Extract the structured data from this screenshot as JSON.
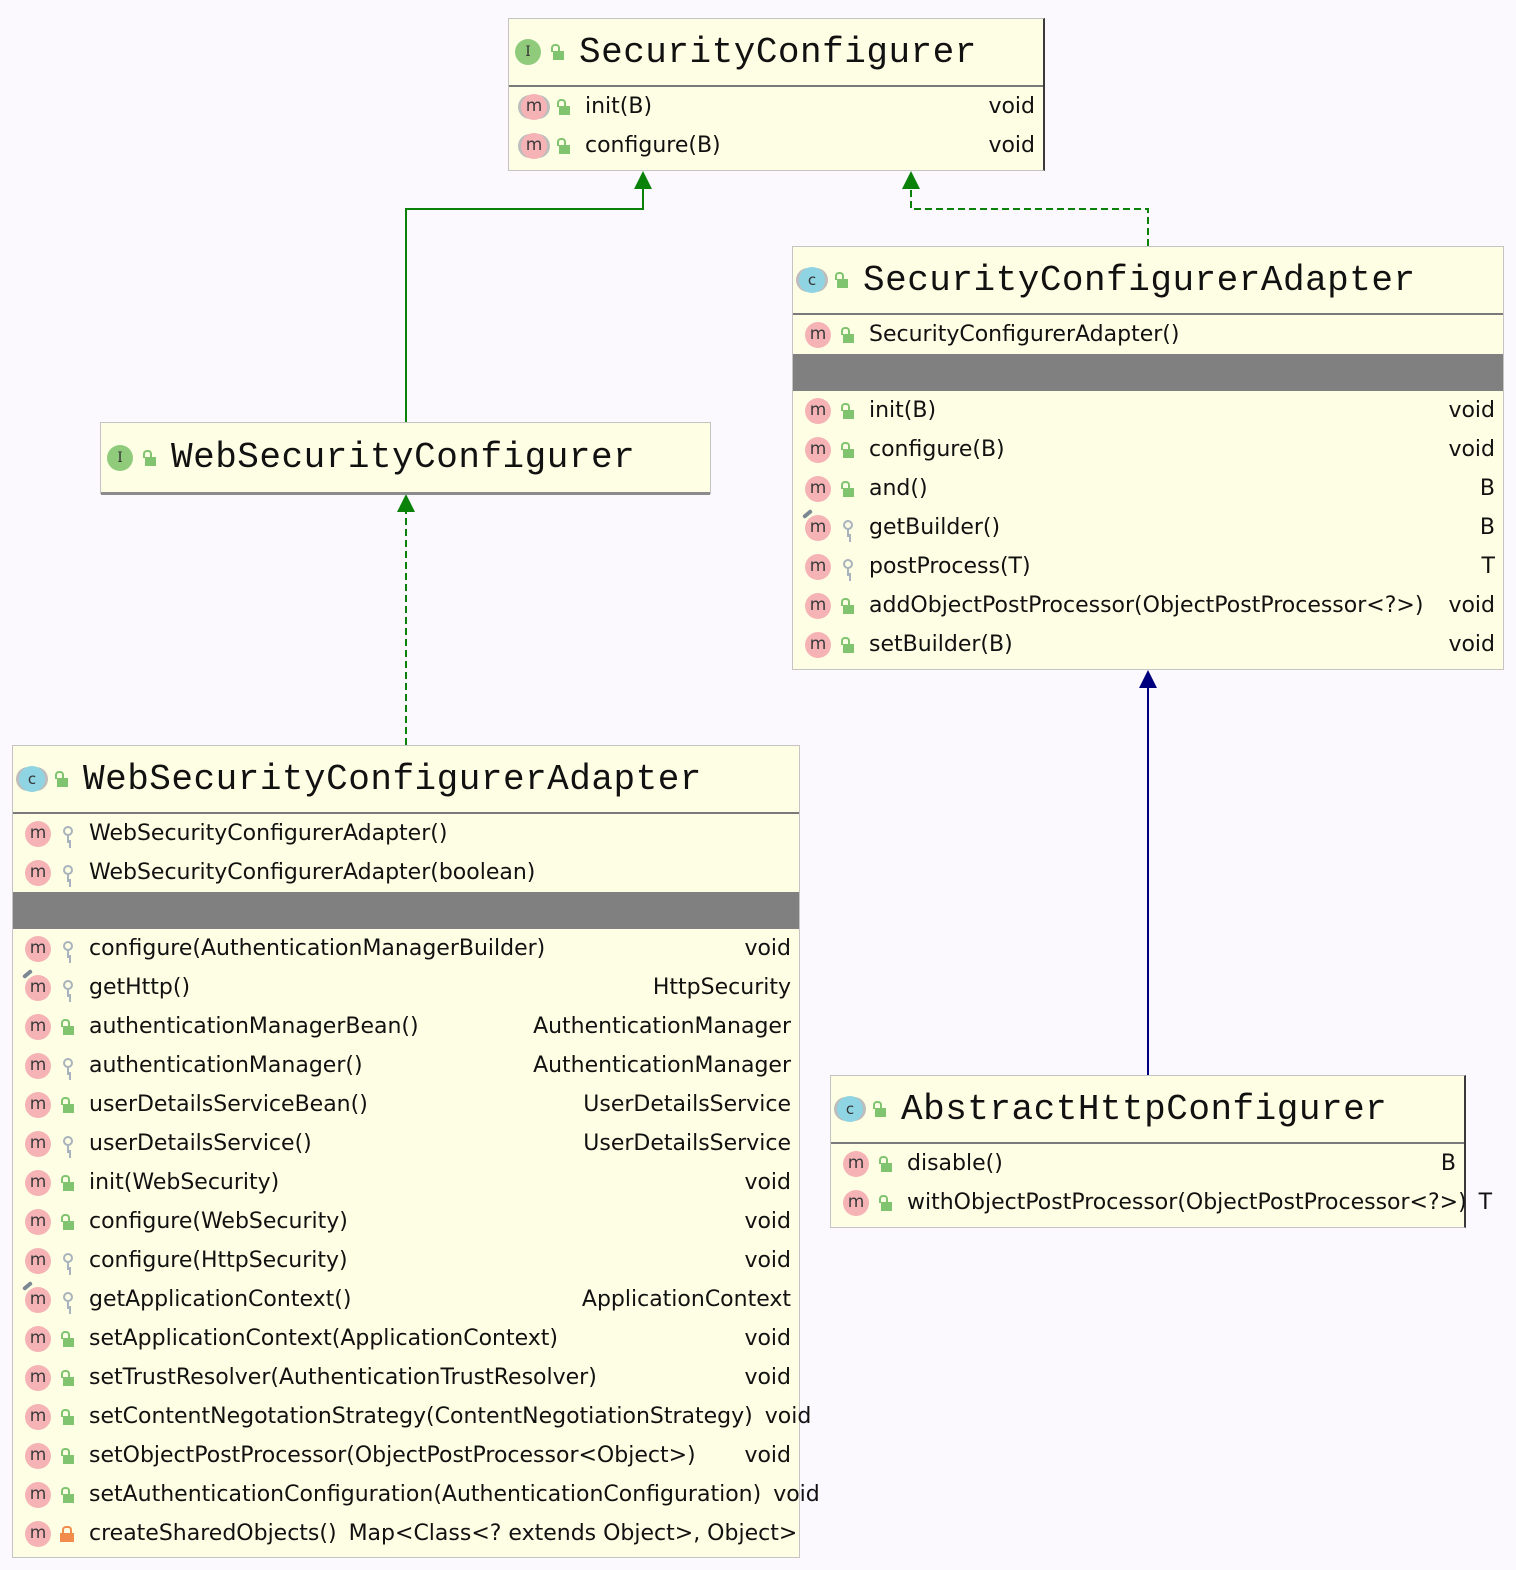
{
  "colors": {
    "background": "#fbf9fe",
    "box_fill": "#fefee4",
    "extends_interface_line": "#0a820a",
    "implements_line": "#0a820a",
    "extends_class_line": "#00007f",
    "separator": "#808080"
  },
  "icon_legend": {
    "interface": "interface-icon (I)",
    "class": "class-icon (c)",
    "method": "method-icon (m)",
    "public": "public-unlocked-icon",
    "protected": "protected-key-icon",
    "private": "private-lock-icon"
  },
  "boxes": {
    "security_configurer": {
      "kind": "interface",
      "kind_glyph": "I",
      "title": "SecurityConfigurer",
      "methods": [
        {
          "name": "init(B)",
          "type": "void",
          "visibility": "public",
          "abstract": true,
          "overriding": false
        },
        {
          "name": "configure(B)",
          "type": "void",
          "visibility": "public",
          "abstract": true,
          "overriding": false
        }
      ]
    },
    "security_configurer_adapter": {
      "kind": "class",
      "kind_glyph": "c",
      "title": "SecurityConfigurerAdapter",
      "constructors": [
        {
          "name": "SecurityConfigurerAdapter()",
          "type": "",
          "visibility": "public",
          "abstract": false,
          "overriding": false
        }
      ],
      "methods": [
        {
          "name": "init(B)",
          "type": "void",
          "visibility": "public",
          "abstract": false,
          "overriding": false
        },
        {
          "name": "configure(B)",
          "type": "void",
          "visibility": "public",
          "abstract": false,
          "overriding": false
        },
        {
          "name": "and()",
          "type": "B",
          "visibility": "public",
          "abstract": false,
          "overriding": false
        },
        {
          "name": "getBuilder()",
          "type": "B",
          "visibility": "protected",
          "abstract": false,
          "overriding": true
        },
        {
          "name": "postProcess(T)",
          "type": "T",
          "visibility": "protected",
          "abstract": false,
          "overriding": false
        },
        {
          "name": "addObjectPostProcessor(ObjectPostProcessor<?>)",
          "type": "void",
          "visibility": "public",
          "abstract": false,
          "overriding": false
        },
        {
          "name": "setBuilder(B)",
          "type": "void",
          "visibility": "public",
          "abstract": false,
          "overriding": false
        }
      ]
    },
    "web_security_configurer": {
      "kind": "interface",
      "kind_glyph": "I",
      "title": "WebSecurityConfigurer",
      "methods": []
    },
    "web_security_configurer_adapter": {
      "kind": "class",
      "kind_glyph": "c",
      "title": "WebSecurityConfigurerAdapter",
      "constructors": [
        {
          "name": "WebSecurityConfigurerAdapter()",
          "type": "",
          "visibility": "protected",
          "abstract": false,
          "overriding": false
        },
        {
          "name": "WebSecurityConfigurerAdapter(boolean)",
          "type": "",
          "visibility": "protected",
          "abstract": false,
          "overriding": false
        }
      ],
      "methods": [
        {
          "name": "configure(AuthenticationManagerBuilder)",
          "type": "void",
          "visibility": "protected",
          "abstract": false,
          "overriding": false
        },
        {
          "name": "getHttp()",
          "type": "HttpSecurity",
          "visibility": "protected",
          "abstract": false,
          "overriding": true
        },
        {
          "name": "authenticationManagerBean()",
          "type": "AuthenticationManager",
          "visibility": "public",
          "abstract": false,
          "overriding": false
        },
        {
          "name": "authenticationManager()",
          "type": "AuthenticationManager",
          "visibility": "protected",
          "abstract": false,
          "overriding": false
        },
        {
          "name": "userDetailsServiceBean()",
          "type": "UserDetailsService",
          "visibility": "public",
          "abstract": false,
          "overriding": false
        },
        {
          "name": "userDetailsService()",
          "type": "UserDetailsService",
          "visibility": "protected",
          "abstract": false,
          "overriding": false
        },
        {
          "name": "init(WebSecurity)",
          "type": "void",
          "visibility": "public",
          "abstract": false,
          "overriding": false
        },
        {
          "name": "configure(WebSecurity)",
          "type": "void",
          "visibility": "public",
          "abstract": false,
          "overriding": false
        },
        {
          "name": "configure(HttpSecurity)",
          "type": "void",
          "visibility": "protected",
          "abstract": false,
          "overriding": false
        },
        {
          "name": "getApplicationContext()",
          "type": "ApplicationContext",
          "visibility": "protected",
          "abstract": false,
          "overriding": true
        },
        {
          "name": "setApplicationContext(ApplicationContext)",
          "type": "void",
          "visibility": "public",
          "abstract": false,
          "overriding": false
        },
        {
          "name": "setTrustResolver(AuthenticationTrustResolver)",
          "type": "void",
          "visibility": "public",
          "abstract": false,
          "overriding": false
        },
        {
          "name": "setContentNegotationStrategy(ContentNegotiationStrategy)",
          "type": "void",
          "visibility": "public",
          "abstract": false,
          "overriding": false
        },
        {
          "name": "setObjectPostProcessor(ObjectPostProcessor<Object>)",
          "type": "void",
          "visibility": "public",
          "abstract": false,
          "overriding": false
        },
        {
          "name": "setAuthenticationConfiguration(AuthenticationConfiguration)",
          "type": "void",
          "visibility": "public",
          "abstract": false,
          "overriding": false
        },
        {
          "name": "createSharedObjects()",
          "type": "Map<Class<? extends Object>, Object>",
          "visibility": "private",
          "abstract": false,
          "overriding": false
        }
      ]
    },
    "abstract_http_configurer": {
      "kind": "class",
      "kind_glyph": "c",
      "title": "AbstractHttpConfigurer",
      "methods": [
        {
          "name": "disable()",
          "type": "B",
          "visibility": "public",
          "abstract": false,
          "overriding": false
        },
        {
          "name": "withObjectPostProcessor(ObjectPostProcessor<?>)",
          "type": "T",
          "visibility": "public",
          "abstract": false,
          "overriding": false
        }
      ]
    }
  },
  "relations": [
    {
      "from": "WebSecurityConfigurer",
      "to": "SecurityConfigurer",
      "type": "extends",
      "style": "solid",
      "color": "#0a820a"
    },
    {
      "from": "SecurityConfigurerAdapter",
      "to": "SecurityConfigurer",
      "type": "implements",
      "style": "dashed",
      "color": "#0a820a"
    },
    {
      "from": "WebSecurityConfigurerAdapter",
      "to": "WebSecurityConfigurer",
      "type": "implements",
      "style": "dashed",
      "color": "#0a820a"
    },
    {
      "from": "AbstractHttpConfigurer",
      "to": "SecurityConfigurerAdapter",
      "type": "extends",
      "style": "solid",
      "color": "#00007f"
    }
  ]
}
